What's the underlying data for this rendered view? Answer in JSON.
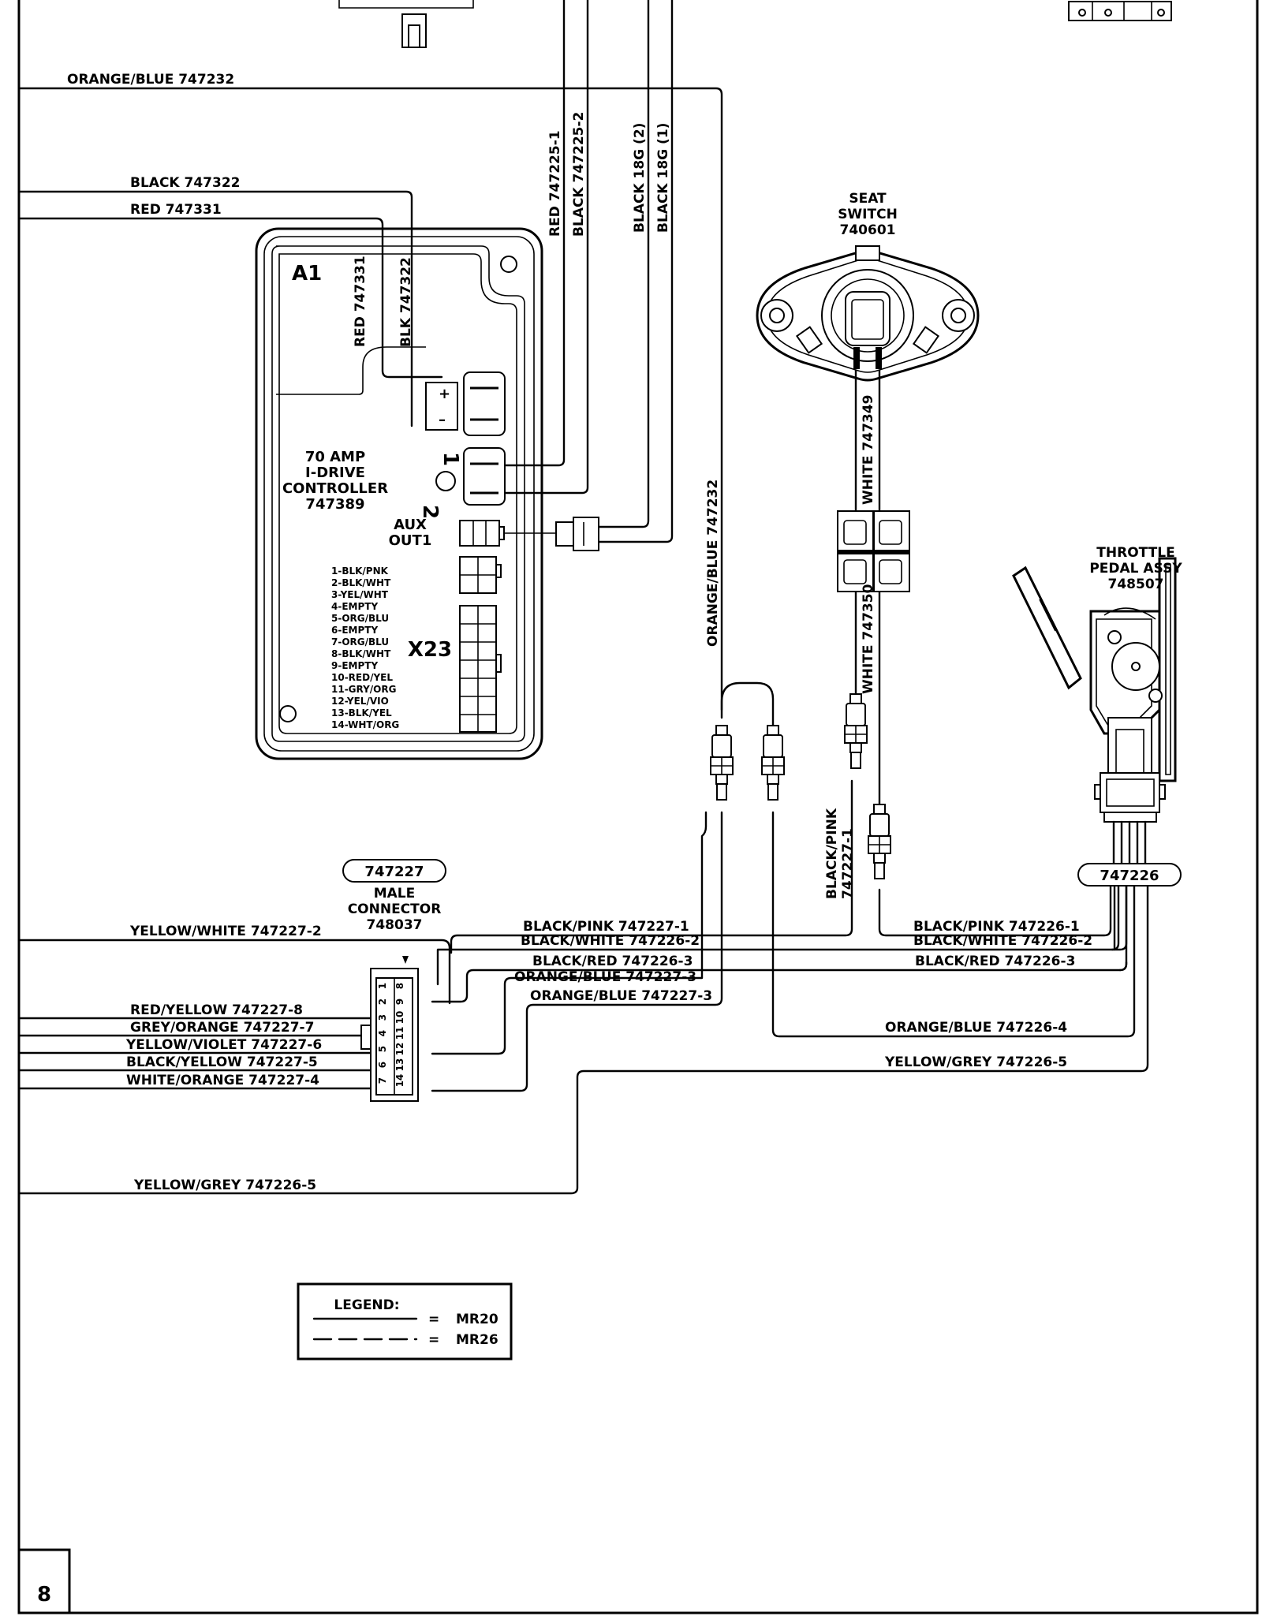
{
  "page": {
    "number": "8"
  },
  "controller": {
    "ref": "A1",
    "red_label": "RED 747331",
    "black_label": "BLK 747322",
    "title": [
      "70 AMP",
      "I-DRIVE",
      "CONTROLLER",
      "747389"
    ],
    "t1": "1",
    "t2": "2",
    "aux": [
      "AUX",
      "OUT1"
    ],
    "x23": "X23",
    "pins": [
      "1-BLK/PNK",
      "2-BLK/WHT",
      "3-YEL/WHT",
      "4-EMPTY",
      "5-ORG/BLU",
      "6-EMPTY",
      "7-ORG/BLU",
      "8-BLK/WHT",
      "9-EMPTY",
      "10-RED/YEL",
      "11-GRY/ORG",
      "12-YEL/VIO",
      "13-BLK/YEL",
      "14-WHT/ORG"
    ]
  },
  "seat_switch": {
    "lines": [
      "SEAT",
      "SWITCH",
      "740601"
    ]
  },
  "throttle": {
    "lines": [
      "THROTTLE",
      "PEDAL ASSY",
      "748507"
    ]
  },
  "tags": {
    "left": "747227",
    "right": "747226"
  },
  "male_connector": {
    "lines": [
      "MALE",
      "CONNECTOR",
      "748037"
    ],
    "pins": [
      "8",
      "9",
      "10",
      "11",
      "12",
      "13",
      "14",
      "1",
      "2",
      "3",
      "4",
      "5",
      "6",
      "7"
    ]
  },
  "wire_labels": {
    "horizontal": [
      "ORANGE/BLUE 747232",
      "BLACK 747322",
      "RED 747331",
      "YELLOW/WHITE 747227-2",
      "RED/YELLOW 747227-8",
      "GREY/ORANGE 747227-7",
      "YELLOW/VIOLET 747227-6",
      "BLACK/YELLOW 747227-5",
      "WHITE/ORANGE 747227-4",
      "YELLOW/GREY 747226-5",
      "BLACK/PINK 747227-1",
      "BLACK/WHITE 747226-2",
      "BLACK/RED 747226-3",
      "ORANGE/BLUE 747227-3",
      "ORANGE/BLUE 747227-3",
      "BLACK/PINK 747226-1",
      "BLACK/WHITE 747226-2",
      "BLACK/RED 747226-3",
      "ORANGE/BLUE 747226-4",
      "YELLOW/GREY 747226-5"
    ],
    "vertical": [
      "RED 747225-1",
      "BLACK 747225-2",
      "BLACK 18G (2)",
      "BLACK 18G (1)",
      "ORANGE/BLUE 747232",
      "WHITE 747349",
      "WHITE 747350",
      "BLACK/PINK",
      "747227-1"
    ]
  },
  "legend": {
    "title": "LEGEND:",
    "eq": "=",
    "solid": "MR20",
    "dashed": "MR26"
  }
}
